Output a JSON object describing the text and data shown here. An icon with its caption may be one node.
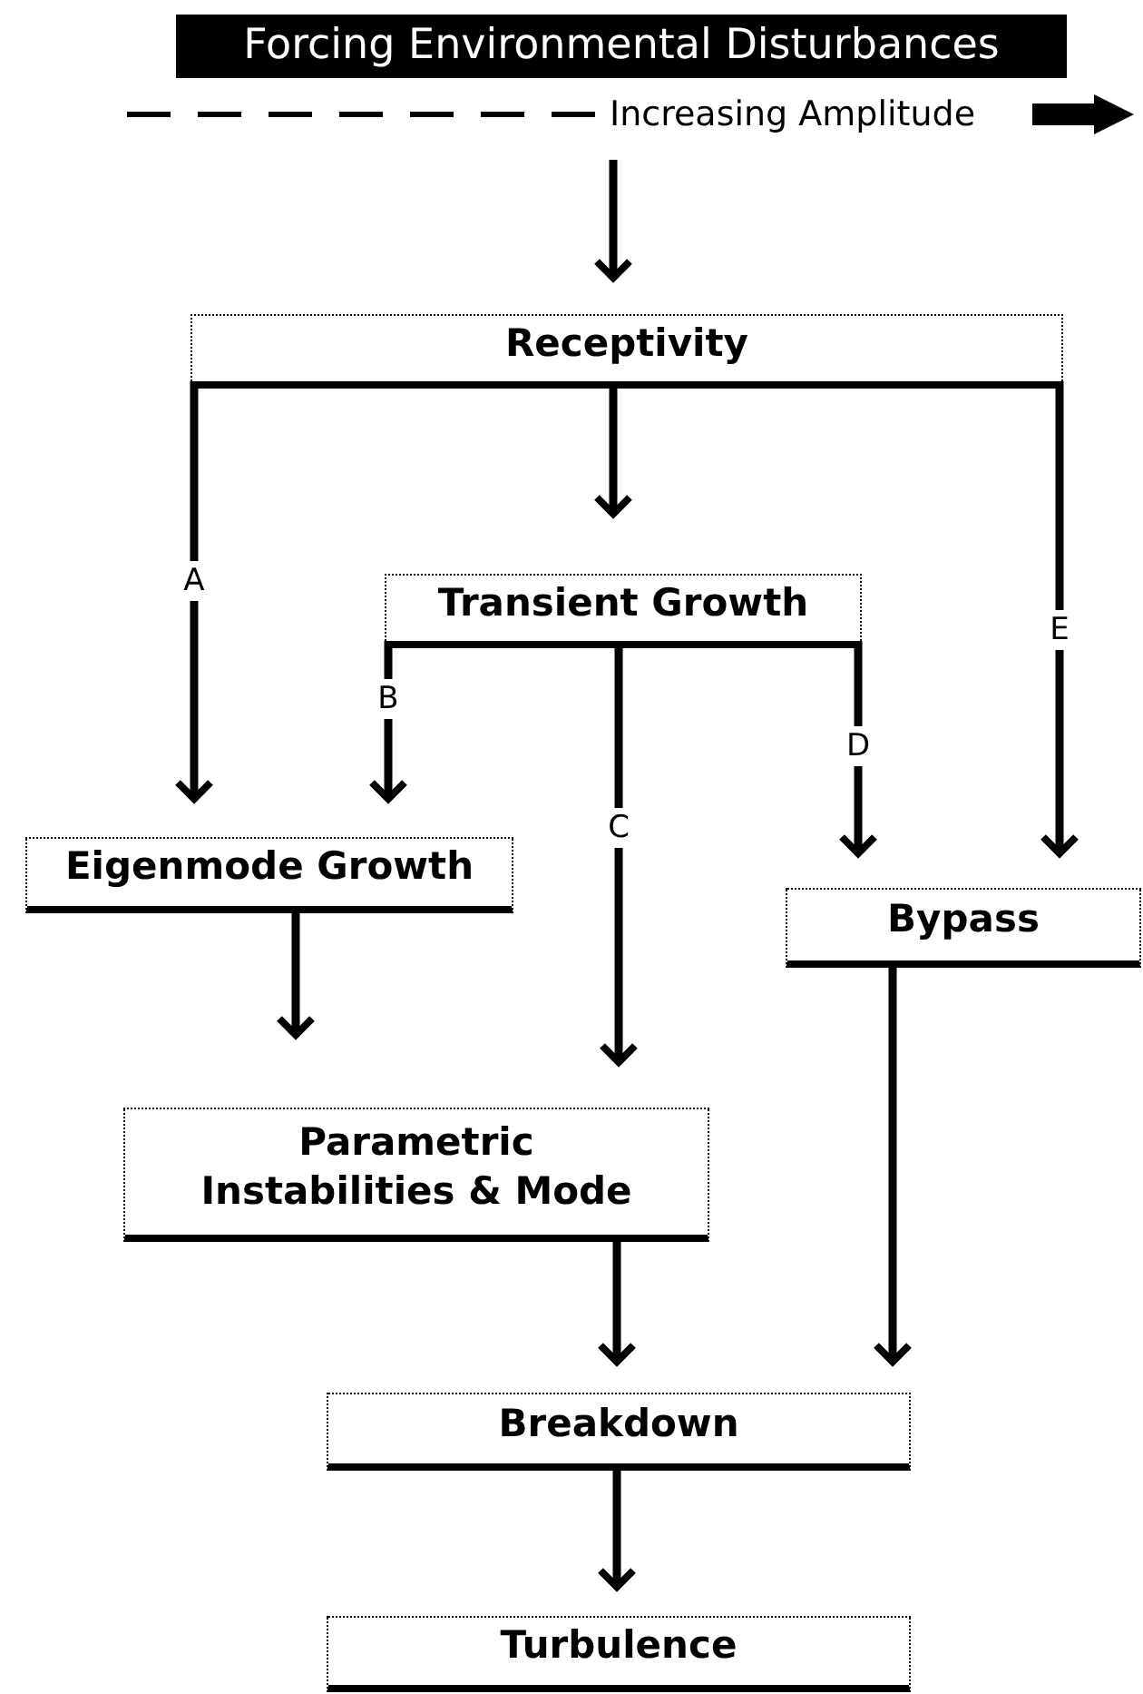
{
  "diagram": {
    "nodes": [
      {
        "text": [
          "Forcing Environmental Disturbances"
        ]
      },
      {
        "text": [
          "Receptivity"
        ]
      },
      {
        "text": [
          "Transient Growth"
        ]
      },
      {
        "text": [
          "Eigenmode Growth"
        ]
      },
      {
        "text": [
          "Bypass"
        ]
      },
      {
        "text": [
          "Parametric Instabilities & Mode"
        ]
      },
      {
        "text": [
          "Breakdown"
        ]
      },
      {
        "text": [
          "Turbulence"
        ]
      }
    ],
    "edges": [
      {
        "from": 0,
        "to": 1,
        "arrow": "to"
      },
      {
        "from": 1,
        "to": 3,
        "arrow": "to",
        "label": "A"
      },
      {
        "from": 1,
        "to": 2,
        "arrow": "to"
      },
      {
        "from": 1,
        "to": 4,
        "arrow": "to",
        "label": "E"
      },
      {
        "from": 2,
        "to": 3,
        "arrow": "to",
        "label": "B"
      },
      {
        "from": 2,
        "to": 5,
        "arrow": "to",
        "label": "C"
      },
      {
        "from": 2,
        "to": 4,
        "arrow": "to",
        "label": "D"
      },
      {
        "from": 3,
        "to": 5,
        "arrow": "to"
      },
      {
        "from": 5,
        "to": 6,
        "arrow": "to"
      },
      {
        "from": 4,
        "to": 6,
        "arrow": "to"
      },
      {
        "from": 6,
        "to": 7,
        "arrow": "to"
      }
    ],
    "labels": [
      "Increasing Amplitude"
    ]
  }
}
